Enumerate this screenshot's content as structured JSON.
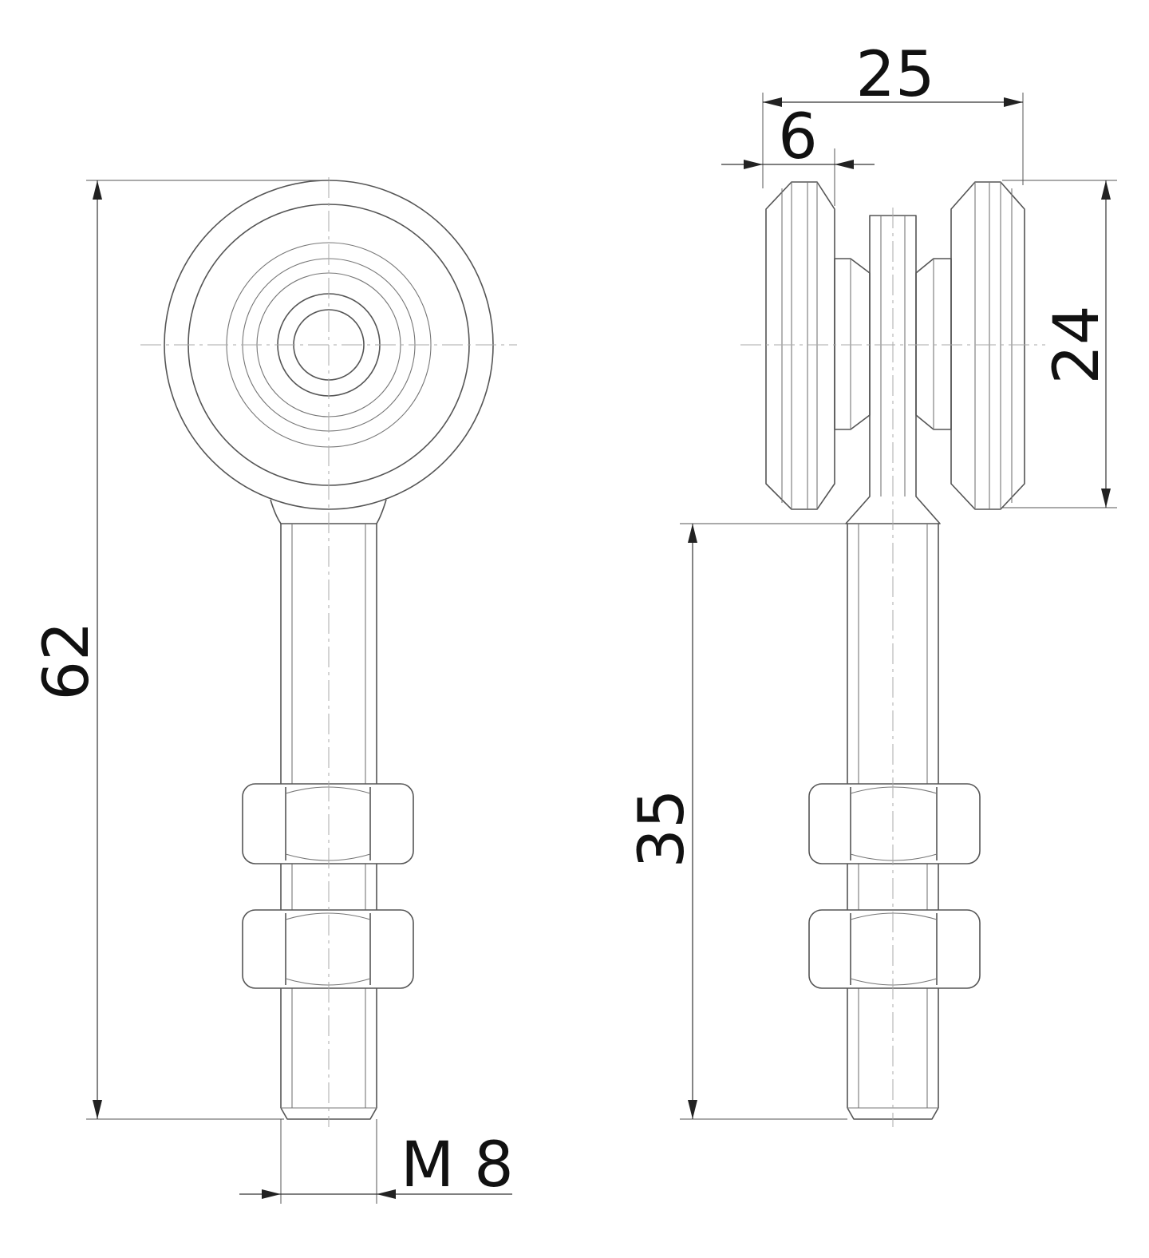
{
  "drawing": {
    "dimensions": {
      "total_length": "62",
      "thread_size": "M 8",
      "overall_width": "25",
      "wheel_width": "6",
      "wheel_diameter": "24",
      "stem_length": "35"
    },
    "colors": {
      "background": "#ffffff",
      "outline": "#555555",
      "centerline": "#aaaaaa",
      "dimension": "#222222"
    }
  }
}
